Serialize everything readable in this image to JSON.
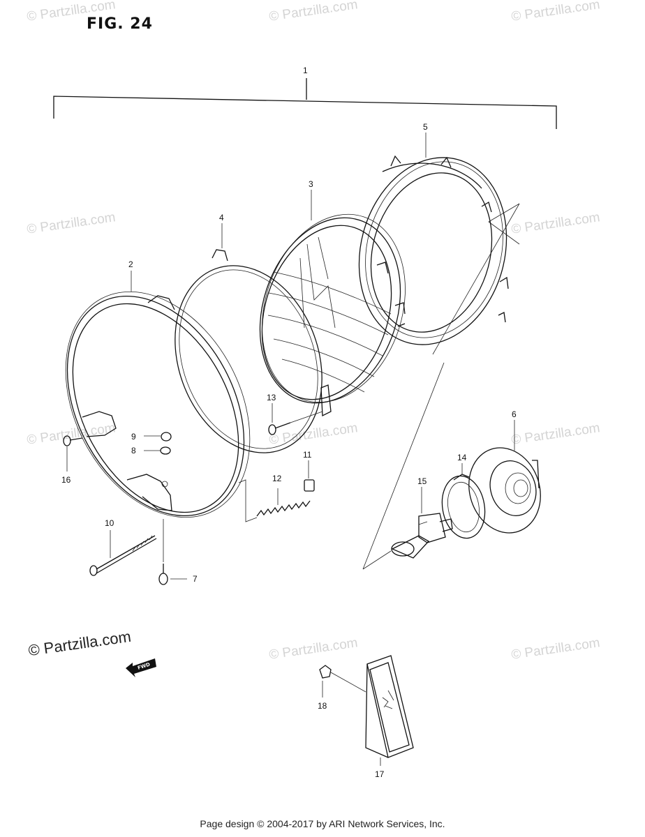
{
  "figure_title": "FIG. 24",
  "watermarks": [
    "© Partzilla.com",
    "© Partzilla.com",
    "© Partzilla.com",
    "© Partzilla.com",
    "© Partzilla.com",
    "© Partzilla.com",
    "© Partzilla.com",
    "© Partzilla.com",
    "© Partzilla.com",
    "© Partzilla.com"
  ],
  "watermark_strong": "© Partzilla.com",
  "fwd_label": "FWD",
  "callouts": [
    "1",
    "2",
    "3",
    "4",
    "5",
    "6",
    "7",
    "8",
    "9",
    "10",
    "11",
    "12",
    "13",
    "14",
    "15",
    "16",
    "17",
    "18"
  ],
  "footer": "Page design © 2004-2017 by ARI Network Services, Inc."
}
